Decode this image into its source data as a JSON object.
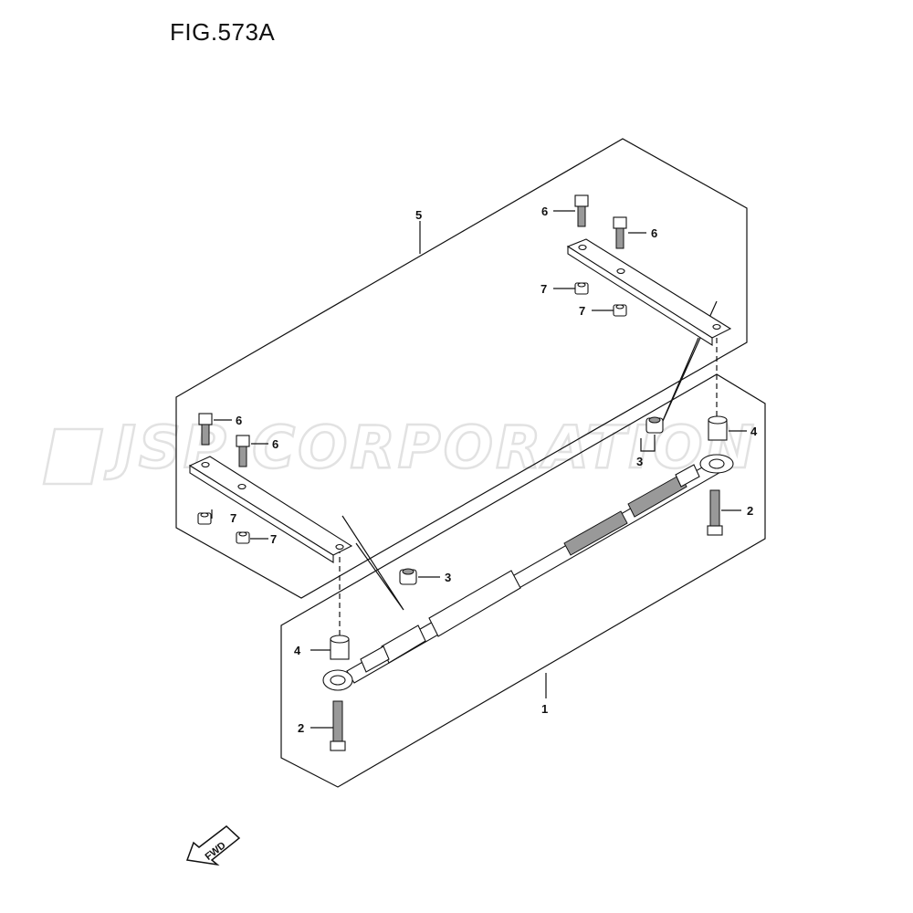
{
  "figure": {
    "title": "FIG.573A"
  },
  "watermark": {
    "text": "JSP CORPORATION"
  },
  "fwd_arrow": {
    "label": "FWD"
  },
  "callouts": [
    {
      "name": "callout-5",
      "number": "5"
    },
    {
      "name": "callout-6-a",
      "number": "6"
    },
    {
      "name": "callout-6-b",
      "number": "6"
    },
    {
      "name": "callout-7-a",
      "number": "7"
    },
    {
      "name": "callout-7-b",
      "number": "7"
    },
    {
      "name": "callout-6-c",
      "number": "6"
    },
    {
      "name": "callout-6-d",
      "number": "6"
    },
    {
      "name": "callout-7-c",
      "number": "7"
    },
    {
      "name": "callout-7-d",
      "number": "7"
    },
    {
      "name": "callout-4-a",
      "number": "4"
    },
    {
      "name": "callout-3-a",
      "number": "3"
    },
    {
      "name": "callout-2-a",
      "number": "2"
    },
    {
      "name": "callout-3-b",
      "number": "3"
    },
    {
      "name": "callout-4-b",
      "number": "4"
    },
    {
      "name": "callout-2-b",
      "number": "2"
    },
    {
      "name": "callout-1",
      "number": "1"
    }
  ]
}
